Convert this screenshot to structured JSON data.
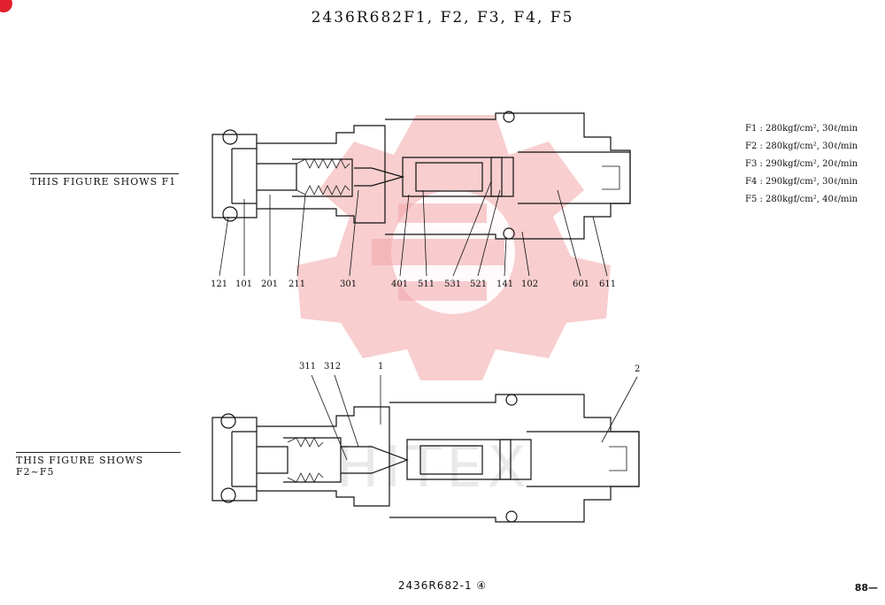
{
  "title": "2436R682F1, F2, F3, F4, F5",
  "captions": {
    "top": "THIS FIGURE SHOWS F1",
    "bottom": "THIS FIGURE SHOWS F2~F5"
  },
  "specs": [
    "F1 : 280kgf/cm², 30ℓ/min",
    "F2 : 280kgf/cm², 30ℓ/min",
    "F3 : 290kgf/cm², 20ℓ/min",
    "F4 : 290kgf/cm², 30ℓ/min",
    "F5 : 280kgf/cm², 40ℓ/min"
  ],
  "part_labels_top": [
    "121",
    "101",
    "201",
    "211",
    "301",
    "401",
    "511",
    "531",
    "521",
    "141",
    "102",
    "601",
    "611"
  ],
  "part_labels_bottom": [
    "311",
    "312",
    "1",
    "2"
  ],
  "watermark": "HITEX",
  "footer": "2436R682-1 ④",
  "page_number": "88—",
  "colors": {
    "watermark": "#f2a5a8",
    "accent": "#e0202e",
    "line": "#111111"
  }
}
